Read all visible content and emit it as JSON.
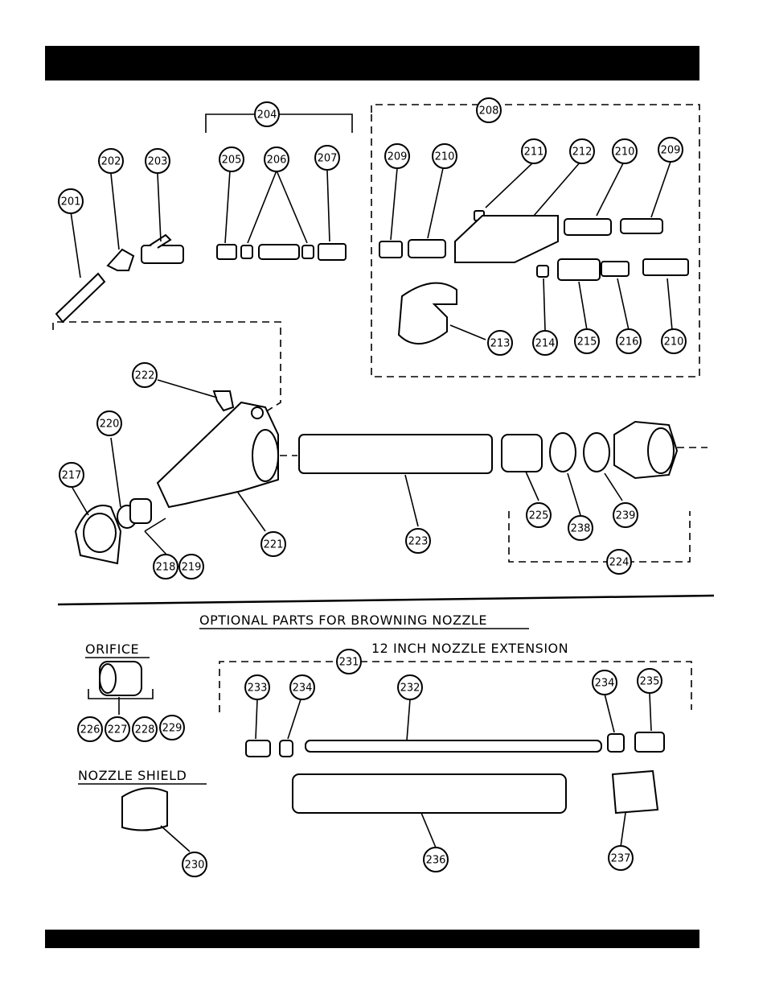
{
  "sections": {
    "optional_title": "OPTIONAL PARTS FOR BROWNING NOZZLE",
    "orifice_title": "ORIFICE",
    "extension_title": "12 INCH NOZZLE EXTENSION",
    "shield_title": "NOZZLE SHIELD"
  },
  "callouts": [
    {
      "id": "201"
    },
    {
      "id": "202"
    },
    {
      "id": "203"
    },
    {
      "id": "204"
    },
    {
      "id": "205"
    },
    {
      "id": "206"
    },
    {
      "id": "207"
    },
    {
      "id": "208"
    },
    {
      "id": "209"
    },
    {
      "id": "210"
    },
    {
      "id": "211"
    },
    {
      "id": "212"
    },
    {
      "id": "210"
    },
    {
      "id": "209"
    },
    {
      "id": "213"
    },
    {
      "id": "214"
    },
    {
      "id": "215"
    },
    {
      "id": "216"
    },
    {
      "id": "210"
    },
    {
      "id": "222"
    },
    {
      "id": "220"
    },
    {
      "id": "217"
    },
    {
      "id": "221"
    },
    {
      "id": "218"
    },
    {
      "id": "219"
    },
    {
      "id": "223"
    },
    {
      "id": "225"
    },
    {
      "id": "238"
    },
    {
      "id": "239"
    },
    {
      "id": "224"
    },
    {
      "id": "226"
    },
    {
      "id": "227"
    },
    {
      "id": "228"
    },
    {
      "id": "229"
    },
    {
      "id": "231"
    },
    {
      "id": "233"
    },
    {
      "id": "234"
    },
    {
      "id": "232"
    },
    {
      "id": "234"
    },
    {
      "id": "235"
    },
    {
      "id": "236"
    },
    {
      "id": "237"
    },
    {
      "id": "230"
    }
  ]
}
